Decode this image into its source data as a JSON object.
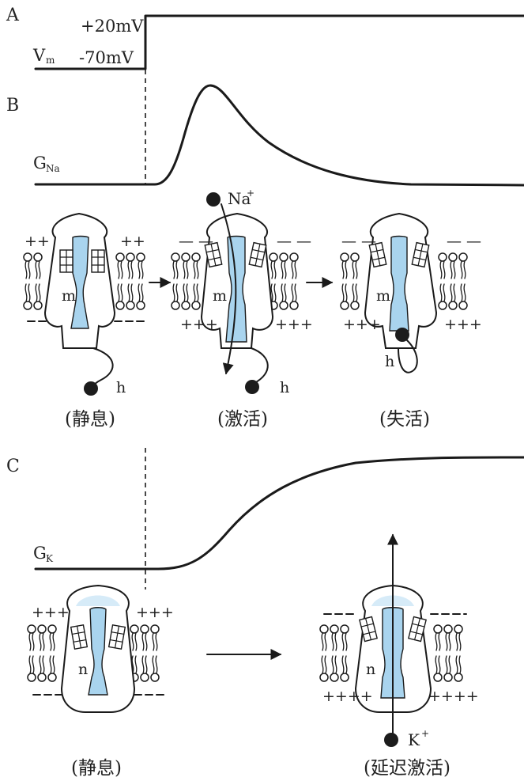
{
  "panels": {
    "a": {
      "label": "A",
      "v_high": "+20mV",
      "v_low": "-70mV",
      "trace_symbol": "V",
      "trace_subscript": "m"
    },
    "b": {
      "label": "B",
      "trace_symbol": "G",
      "trace_subscript": "Na",
      "ion_symbol": "Na",
      "ion_charge": "+",
      "gate_m": "m",
      "gate_h": "h",
      "states": [
        "(静息)",
        "(激活)",
        "(失活)"
      ],
      "charges_resting_top": "++",
      "charges_active_top": "— —",
      "charges_active_bottom": "+++"
    },
    "c": {
      "label": "C",
      "trace_symbol": "G",
      "trace_subscript": "K",
      "ion_symbol": "K",
      "ion_charge": "+",
      "gate_n": "n",
      "states": [
        "(静息)",
        "(延迟激活)"
      ],
      "charges_top": "+++",
      "charges_bottom": "++++"
    }
  },
  "colors": {
    "channel_pore": "#a9d4ee",
    "ink": "#1a1a1a"
  }
}
